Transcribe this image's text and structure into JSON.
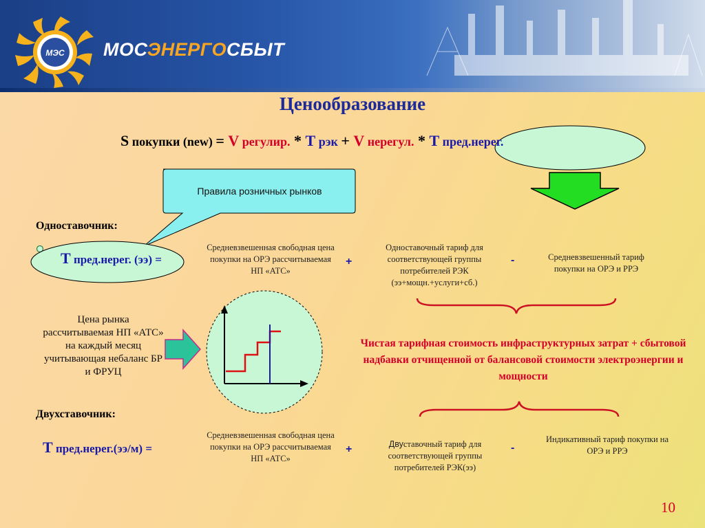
{
  "header": {
    "logo_badge": "МЭС",
    "logo_part1": "МОС",
    "logo_part2": "ЭНЕРГО",
    "logo_part3": "СБЫТ"
  },
  "slide": {
    "title": "Ценообразование",
    "page_number": "10"
  },
  "formula": {
    "s_letter": "S",
    "s_sub": " покупки (new) ",
    "eq": "= ",
    "v1": "V",
    "v1_sub": " регулир.",
    "star1": " * ",
    "t1": "T",
    "t1_sub": " рэк ",
    "plus": "+ ",
    "v2": "V",
    "v2_sub": " нерегул.",
    "star2": " * ",
    "t2": "T",
    "t2_sub": " пред.нерег."
  },
  "callout": {
    "text": "Правила розничных рынков"
  },
  "one_rate": {
    "heading": "Одноставочник:",
    "t_letter": "Т",
    "t_label": " пред.нерег. (ээ) =",
    "term1": "Средневзвешенная свободная цена покупки на ОРЭ рассчитываемая НП «АТС»",
    "op1": "+",
    "term2": "Одноставочный тариф для соответствующей группы потребителей РЭК (ээ+мощн.+услуги+сб.)",
    "op2": "-",
    "term3": "Средневзвешенный тариф покупки на ОРЭ и РРЭ"
  },
  "market_note": {
    "text": "Цена рынка рассчитываемая НП «АТС» на каждый месяц учитывающая небаланс БР и ФРУЦ"
  },
  "infra_note": {
    "text": "Чистая тарифная стоимость инфраструктурных затрат + сбытовой надбавки отчищенной от балансовой стоимости электроэнергии и мощности"
  },
  "two_rate": {
    "heading": "Двухставочник:",
    "t_letter": "Т",
    "t_label": " пред.нерег.(ээ/м) =",
    "term1": "Средневзвешенная свободная цена покупки на ОРЭ рассчитываемая НП «АТС»",
    "op1": "+",
    "term2_prefix": "Дву",
    "term2": "ставочный тариф  для соответствующей группы потребителей РЭК(ээ)",
    "op2": "-",
    "term3": "Индикативный тариф покупки на ОРЭ и РРЭ"
  },
  "colors": {
    "title_blue": "#1d2a9a",
    "accent_red": "#d4002a",
    "ellipse_fill": "#c8f7d6",
    "arrow_green": "#22dd22",
    "arrow_teal": "#2bc49a",
    "curly_red": "#cc1122"
  }
}
